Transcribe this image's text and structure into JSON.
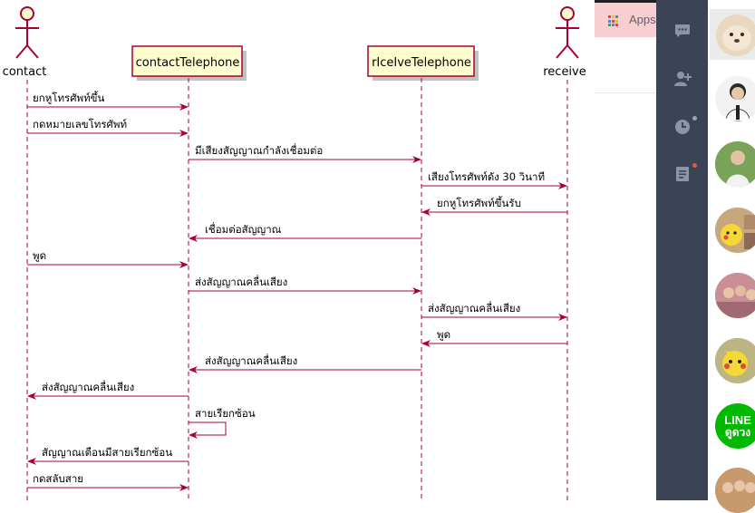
{
  "diagram": {
    "actors": [
      "contact",
      "receive"
    ],
    "participants": [
      "contactTelephone",
      "rIceIveTelephone"
    ],
    "messages": [
      "ยกหูโทรศัพท์ขึ้น",
      "กดหมายเลขโทรศัพท์",
      "มีเสียงสัญญาณกำลังเชื่อมต่อ",
      "เสียงโทรศัพท์ดัง 30 วินาที",
      "ยกหูโทรศัพท์ขึ้นรับ",
      "เชื่อมต่อสัญญาณ",
      "พูด",
      "ส่งสัญญาณคลื่นเสียง",
      "ส่งสัญญาณคลื่นเสียง",
      "พูด",
      "ส่งสัญญาณคลื่นเสียง",
      "ส่งสัญญาณคลื่นเสียง",
      "สายเรียกซ้อน",
      "สัญญาณเตือนมีสายเรียกซ้อน",
      "กดสลับสาย"
    ]
  },
  "browser": {
    "apps_label": "Apps"
  },
  "sidebar": {
    "icons": [
      "chat-icon",
      "add-friend-icon",
      "clock-icon",
      "note-icon"
    ]
  },
  "friends": {
    "line_logo_text": "LINE",
    "line_logo_subtext": "ดูดวง"
  },
  "colors": {
    "arrow": "#a80036",
    "lifeline": "#a80036",
    "participant_fill": "#fefece",
    "sidebar_bg": "#3b4457",
    "badge": "#e05a47"
  }
}
